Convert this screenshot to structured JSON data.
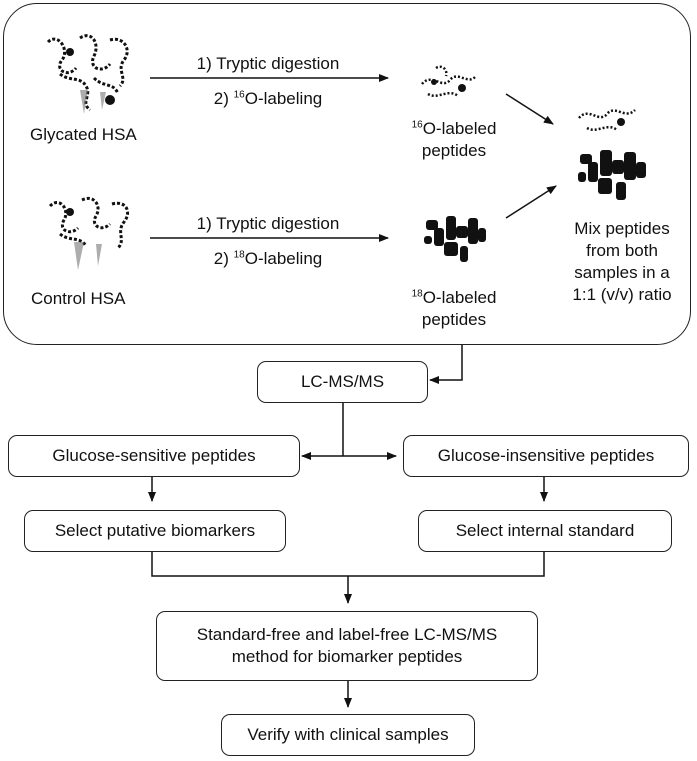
{
  "top_panel": {
    "glycated_label": "Glycated HSA",
    "control_label": "Control HSA",
    "step1_glycated": "1) Tryptic digestion",
    "step2_glycated_prefix": "2) ",
    "step2_glycated_sup": "16",
    "step2_glycated_suffix": "O-labeling",
    "step1_control": "1) Tryptic digestion",
    "step2_control_prefix": "2) ",
    "step2_control_sup": "18",
    "step2_control_suffix": "O-labeling",
    "o16_sup": "16",
    "o16_line1": "O-labeled",
    "o16_line2": "peptides",
    "o18_sup": "18",
    "o18_line1": "O-labeled",
    "o18_line2": "peptides",
    "mix_line1": "Mix peptides",
    "mix_line2": "from both",
    "mix_line3": "samples in a",
    "mix_line4": "1:1 (v/v) ratio"
  },
  "flow": {
    "lcms": "LC-MS/MS",
    "sensitive": "Glucose-sensitive peptides",
    "insensitive": "Glucose-insensitive peptides",
    "biomarkers": "Select putative biomarkers",
    "internal_standard": "Select internal standard",
    "method_line1": "Standard-free and label-free LC-MS/MS",
    "method_line2": "method for biomarker peptides",
    "verify": "Verify with clinical samples"
  }
}
